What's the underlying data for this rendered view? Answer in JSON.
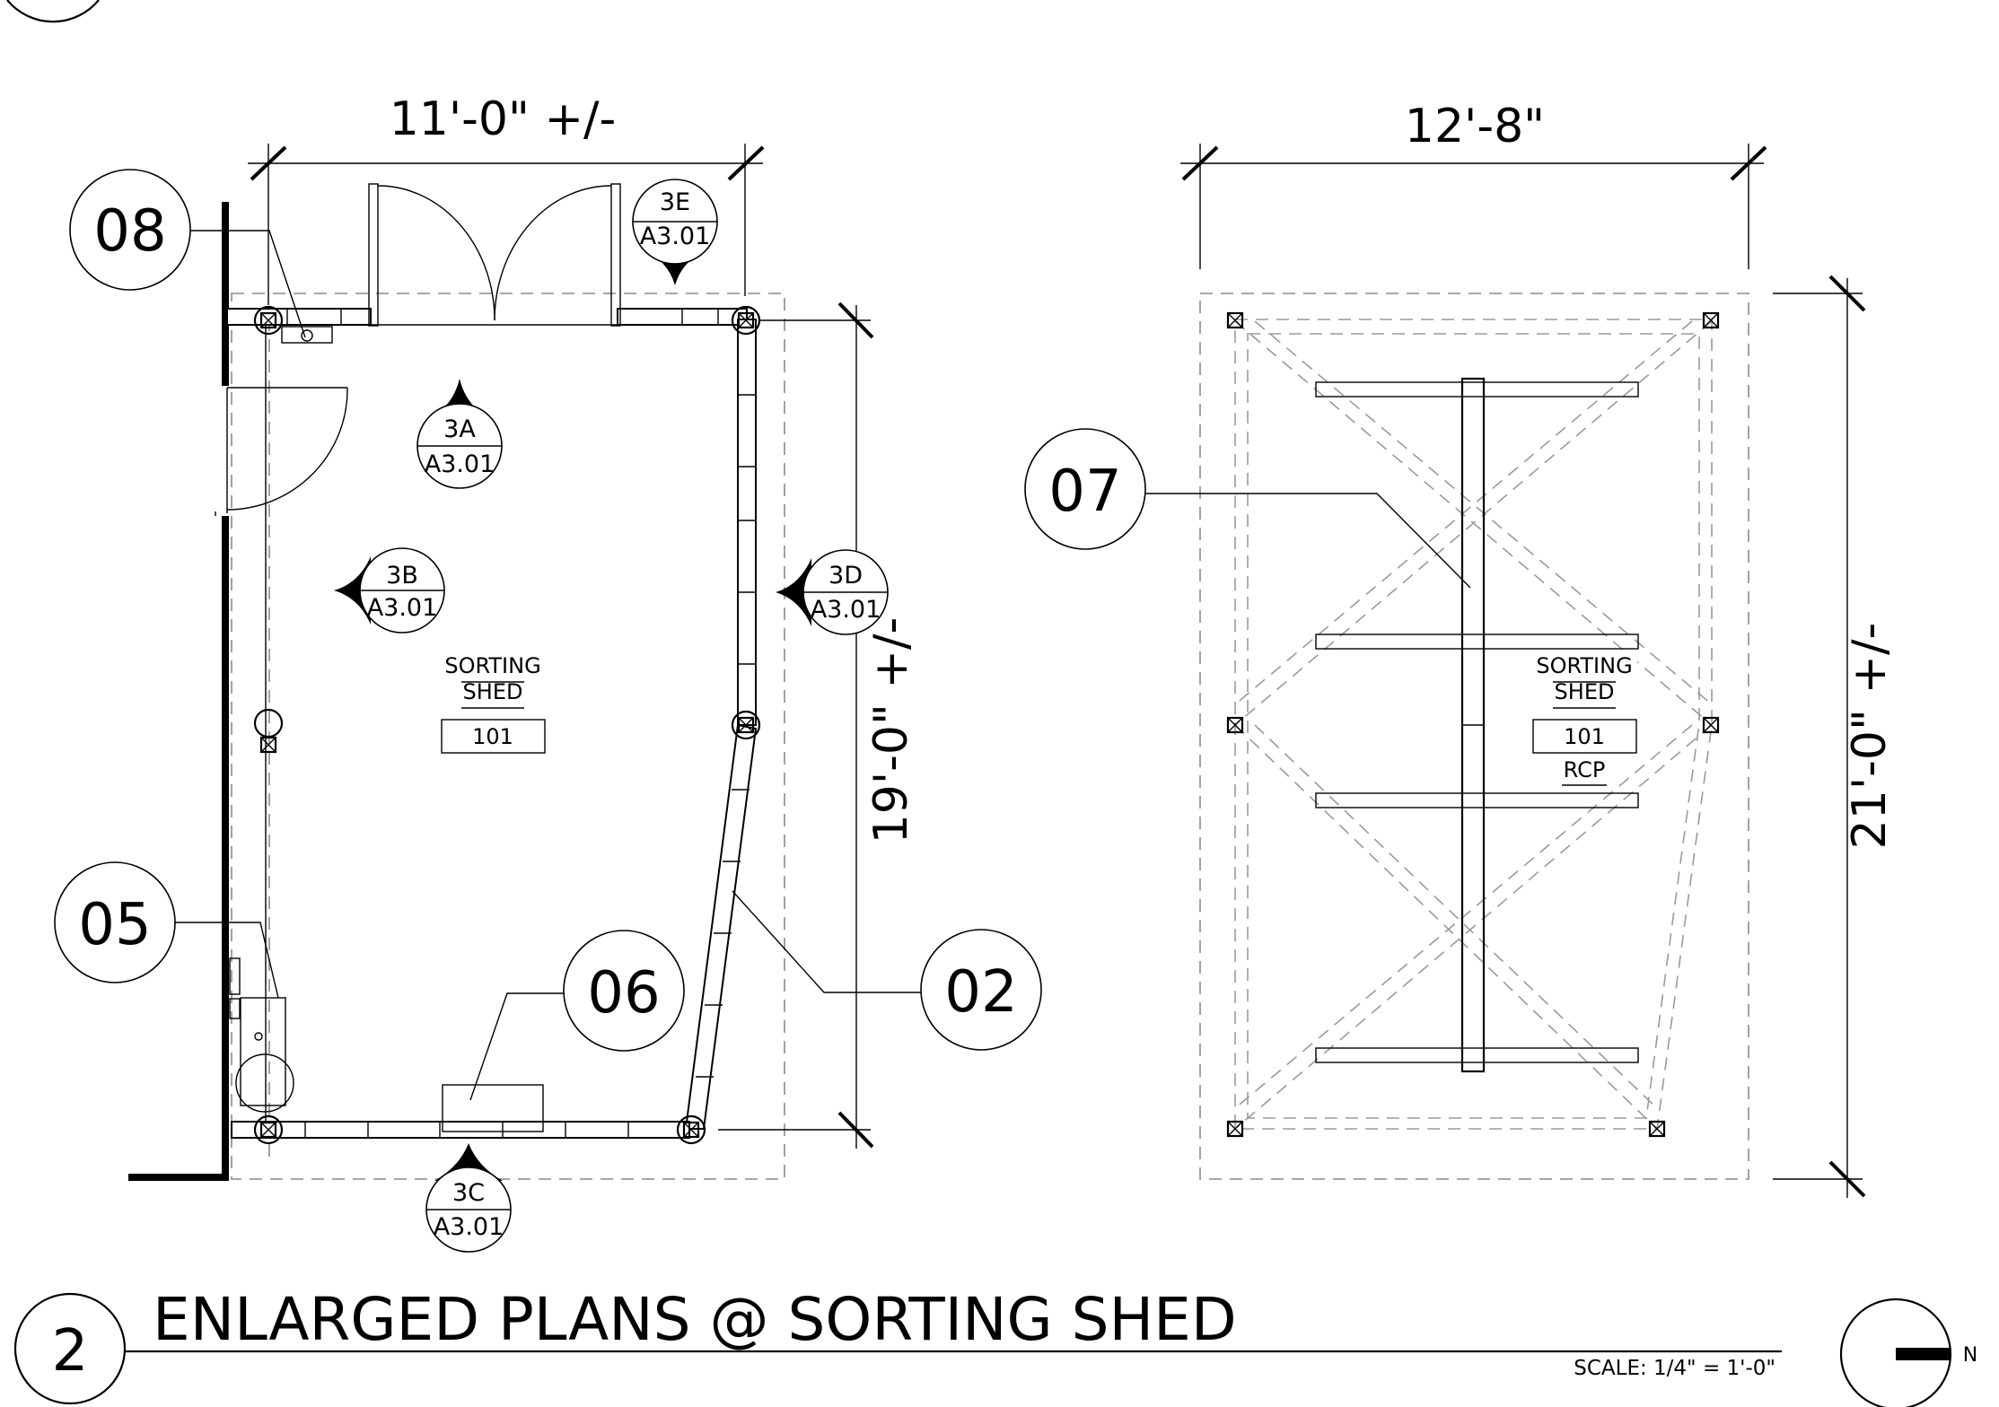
{
  "drawing": {
    "number": "2",
    "title": "ENLARGED PLANS @ SORTING SHED",
    "scale": "SCALE: 1/4\" = 1'-0\"",
    "north": "N"
  },
  "floor_plan": {
    "dim_width": "11'-0\" +/-",
    "dim_height": "19'-0\" +/-",
    "room": {
      "name_line1": "SORTING",
      "name_line2": "SHED",
      "number": "101"
    },
    "keynotes": [
      "08",
      "05",
      "06",
      "02"
    ],
    "section_markers": [
      {
        "id": "3E",
        "sheet": "A3.01"
      },
      {
        "id": "3A",
        "sheet": "A3.01"
      },
      {
        "id": "3B",
        "sheet": "A3.01"
      },
      {
        "id": "3D",
        "sheet": "A3.01"
      },
      {
        "id": "3C",
        "sheet": "A3.01"
      }
    ]
  },
  "ceiling_plan": {
    "dim_width": "12'-8\"",
    "dim_height": "21'-0\" +/-",
    "room": {
      "name_line1": "SORTING",
      "name_line2": "SHED",
      "number": "101",
      "suffix": "RCP"
    },
    "keynotes": [
      "07"
    ]
  }
}
